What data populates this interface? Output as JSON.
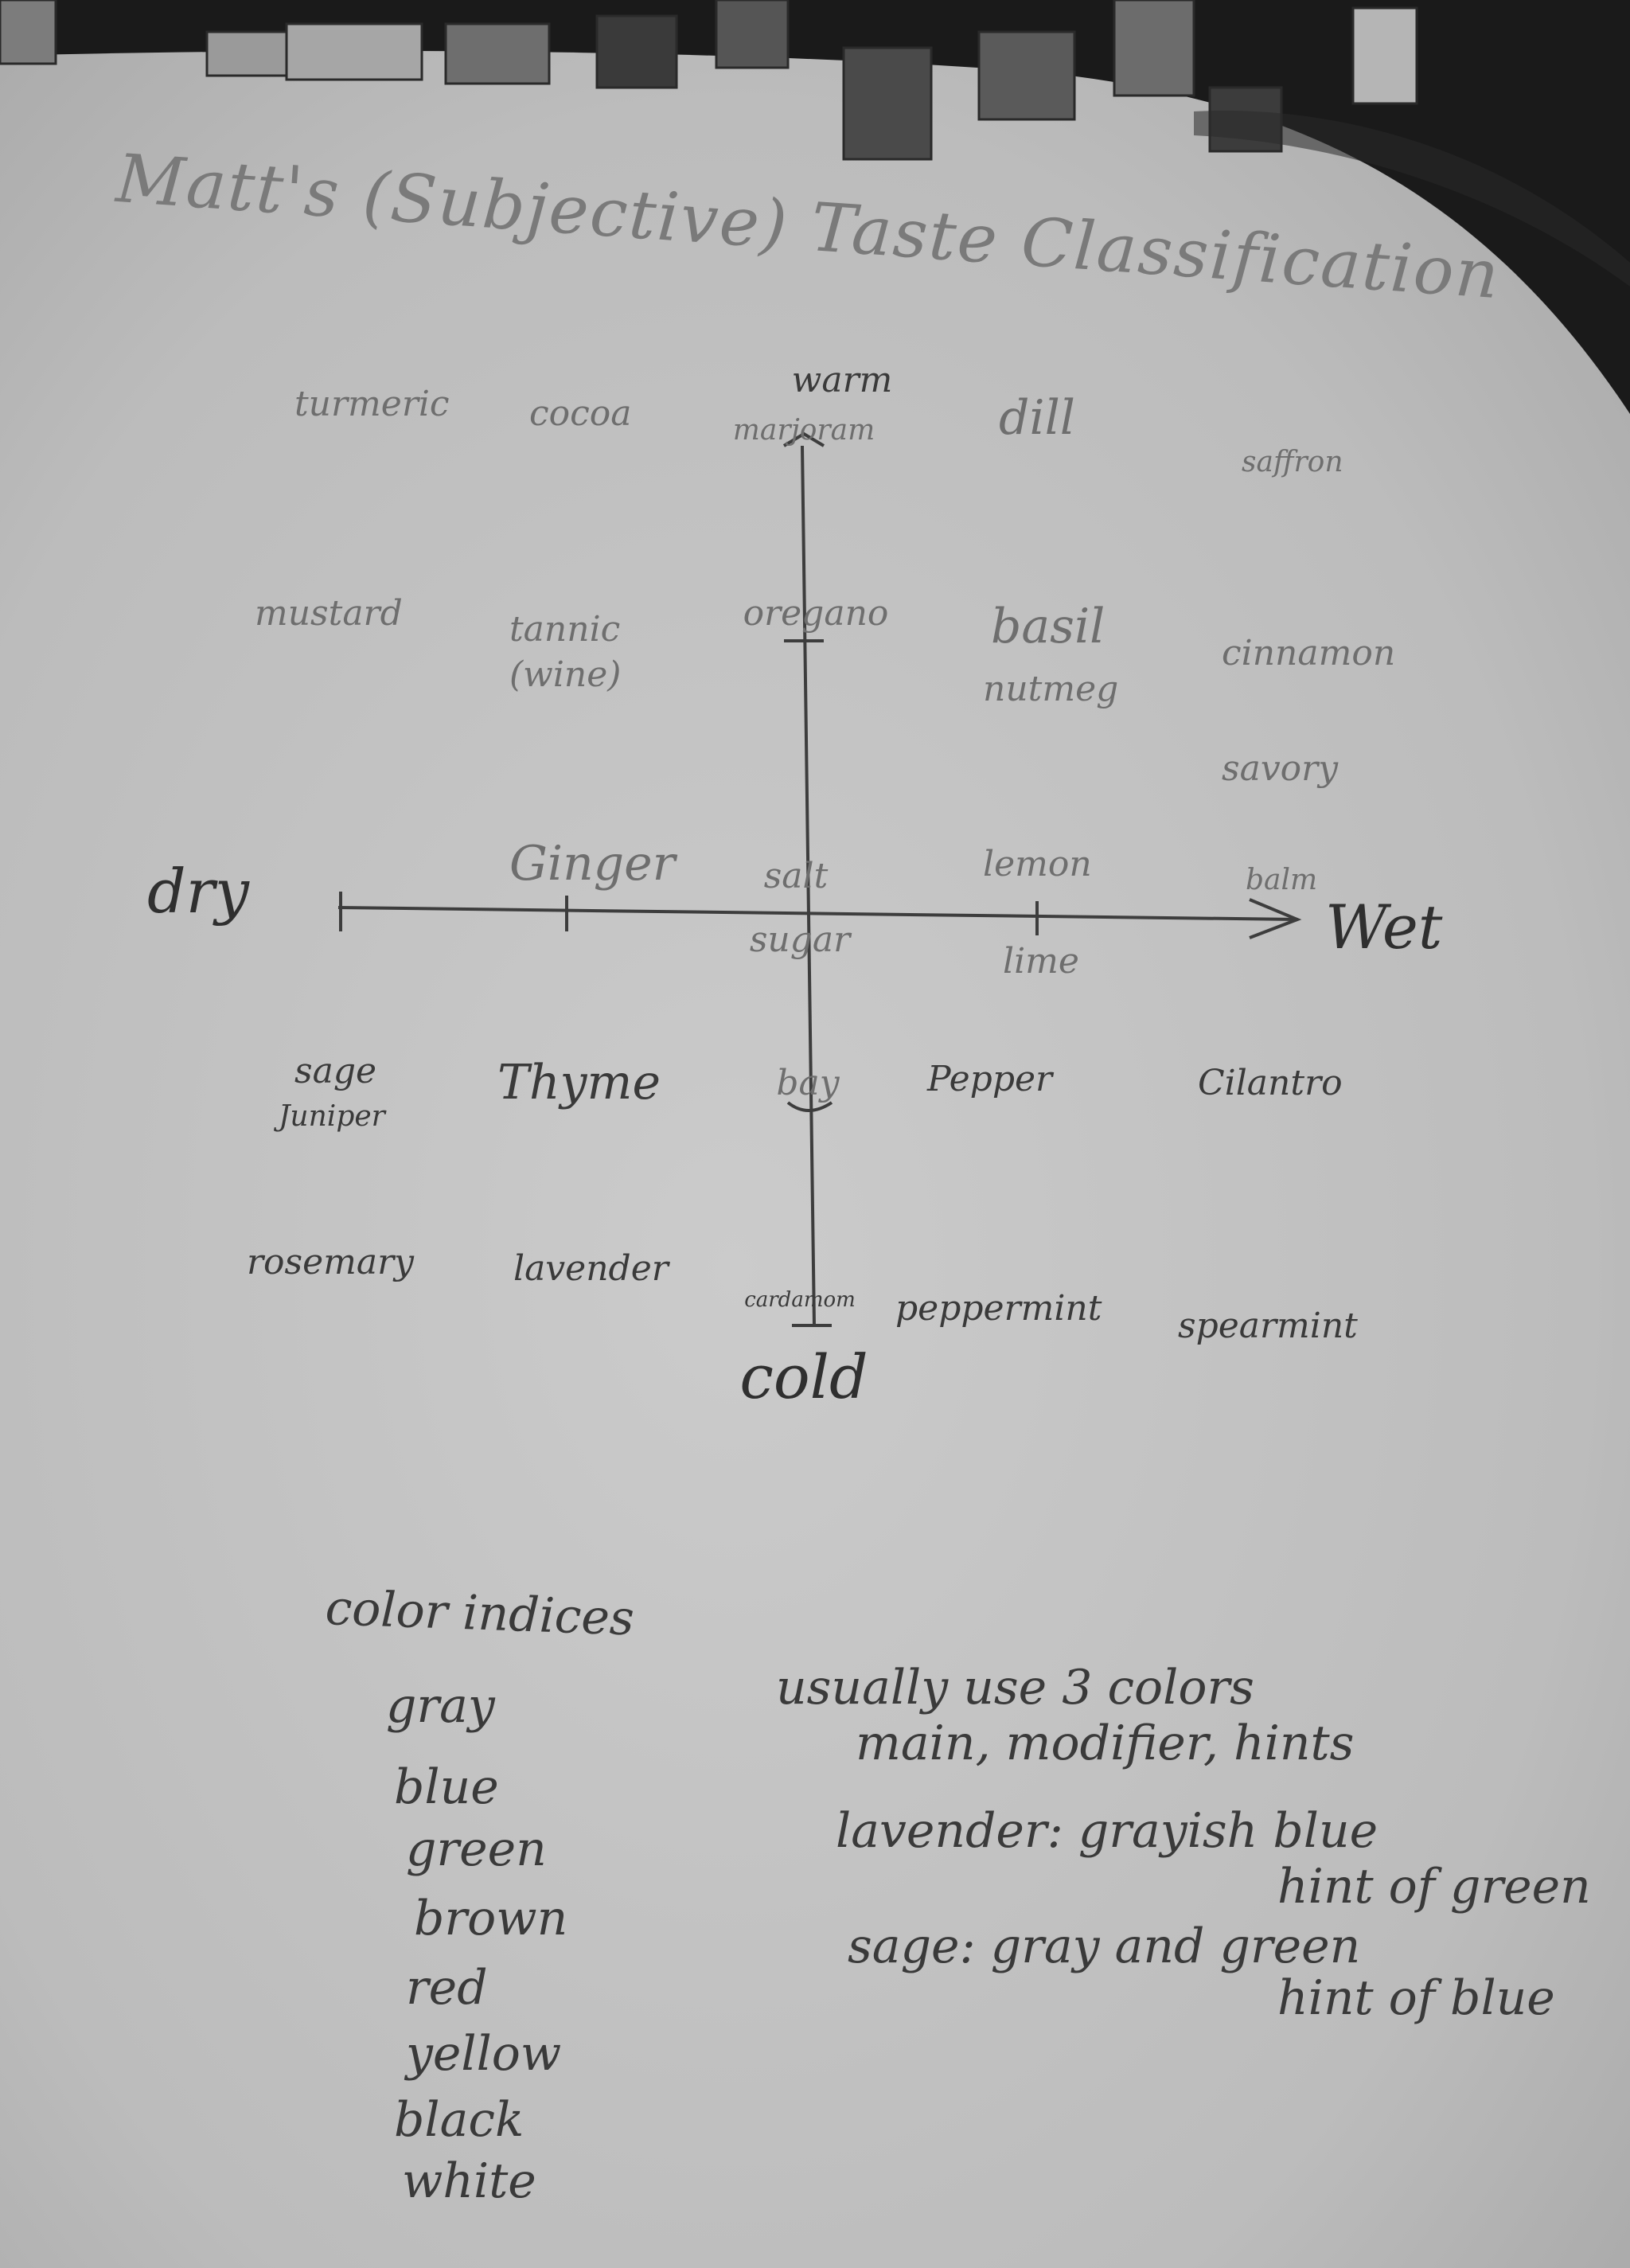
{
  "title": "Matt's (Subjective) Taste Classification",
  "axes": {
    "top": "warm",
    "bottom": "cold",
    "left": "dry",
    "right": "Wet"
  },
  "spices": {
    "row1": [
      "turmeric",
      "cocoa",
      "marjoram",
      "dill",
      "saffron"
    ],
    "row2": [
      "mustard",
      "tannic",
      "(wine)",
      "oregano",
      "basil",
      "nutmeg",
      "cinnamon",
      "savory"
    ],
    "row3": [
      "Ginger",
      "salt",
      "sugar",
      "lemon",
      "lime",
      "balm"
    ],
    "row4": [
      "sage",
      "Juniper",
      "Thyme",
      "bay",
      "Pepper",
      "Cilantro"
    ],
    "row5": [
      "rosemary",
      "lavender",
      "cardamom",
      "peppermint",
      "spearmint"
    ]
  },
  "color_indices": {
    "heading": "color indices",
    "items": [
      "gray",
      "blue",
      "green",
      "brown",
      "red",
      "yellow",
      "black",
      "white"
    ]
  },
  "notes": {
    "line1": "usually use 3 colors",
    "line2": "main, modifier, hints",
    "line3": "lavender: grayish blue",
    "line4": "hint of green",
    "line5": "sage: gray and green",
    "line6": "hint of blue"
  },
  "colors": {
    "paper": "#c4c4c4",
    "pencil": "#3a3a3a",
    "background": "#1a1a1a"
  }
}
